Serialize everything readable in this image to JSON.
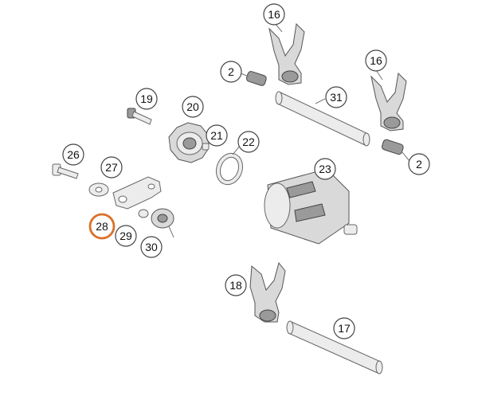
{
  "diagram": {
    "highlight_color": "#d9702a",
    "circle_color": "#444444",
    "callouts": [
      {
        "id": "c16a",
        "label": "16"
      },
      {
        "id": "c16b",
        "label": "16"
      },
      {
        "id": "c2a",
        "label": "2"
      },
      {
        "id": "c31",
        "label": "31"
      },
      {
        "id": "c2b",
        "label": "2"
      },
      {
        "id": "c19",
        "label": "19"
      },
      {
        "id": "c20",
        "label": "20"
      },
      {
        "id": "c21",
        "label": "21"
      },
      {
        "id": "c22",
        "label": "22"
      },
      {
        "id": "c23",
        "label": "23"
      },
      {
        "id": "c26",
        "label": "26"
      },
      {
        "id": "c27",
        "label": "27"
      },
      {
        "id": "c28",
        "label": "28",
        "highlighted": true
      },
      {
        "id": "c29",
        "label": "29"
      },
      {
        "id": "c30",
        "label": "30"
      },
      {
        "id": "c18",
        "label": "18"
      },
      {
        "id": "c17",
        "label": "17"
      }
    ]
  }
}
